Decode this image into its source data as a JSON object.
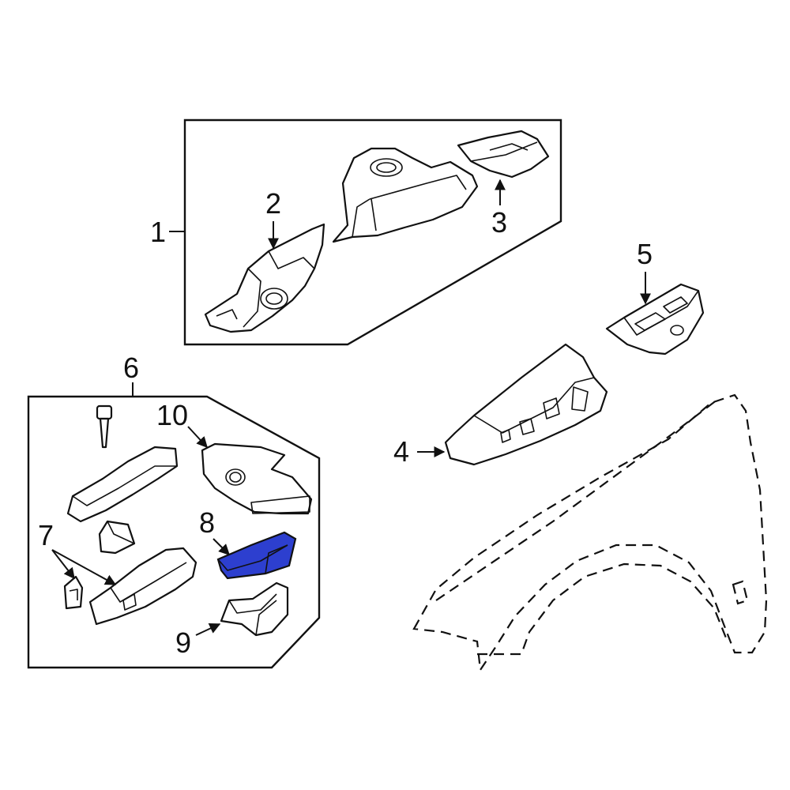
{
  "diagram": {
    "highlighted_part": "8",
    "highlight_color": "#2d3fcf",
    "callouts": {
      "c1": "1",
      "c2": "2",
      "c3": "3",
      "c4": "4",
      "c5": "5",
      "c6": "6",
      "c7": "7",
      "c8": "8",
      "c9": "9",
      "c10": "10"
    }
  }
}
